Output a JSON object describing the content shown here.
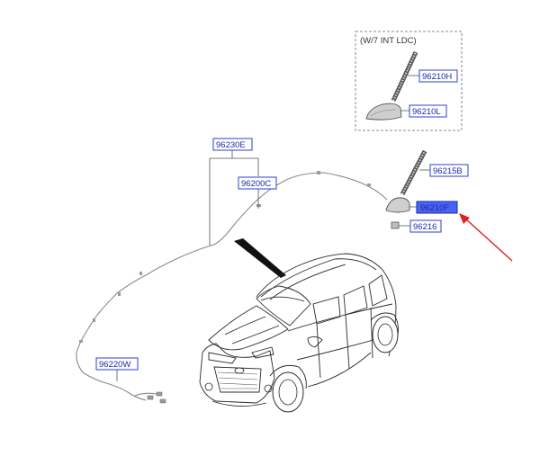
{
  "inset": {
    "caption": "(W/7 INT LDC)"
  },
  "labels": {
    "p96210H": "96210H",
    "p96210L": "96210L",
    "p96215B": "96215B",
    "p96210F": "96210F",
    "p96216": "96216",
    "p96230E": "96230E",
    "p96200C": "96200C",
    "p96220W": "96220W"
  },
  "highlight": {
    "part": "96210F",
    "box_color": "#4a63f2",
    "arrow_color": "#e02020"
  }
}
